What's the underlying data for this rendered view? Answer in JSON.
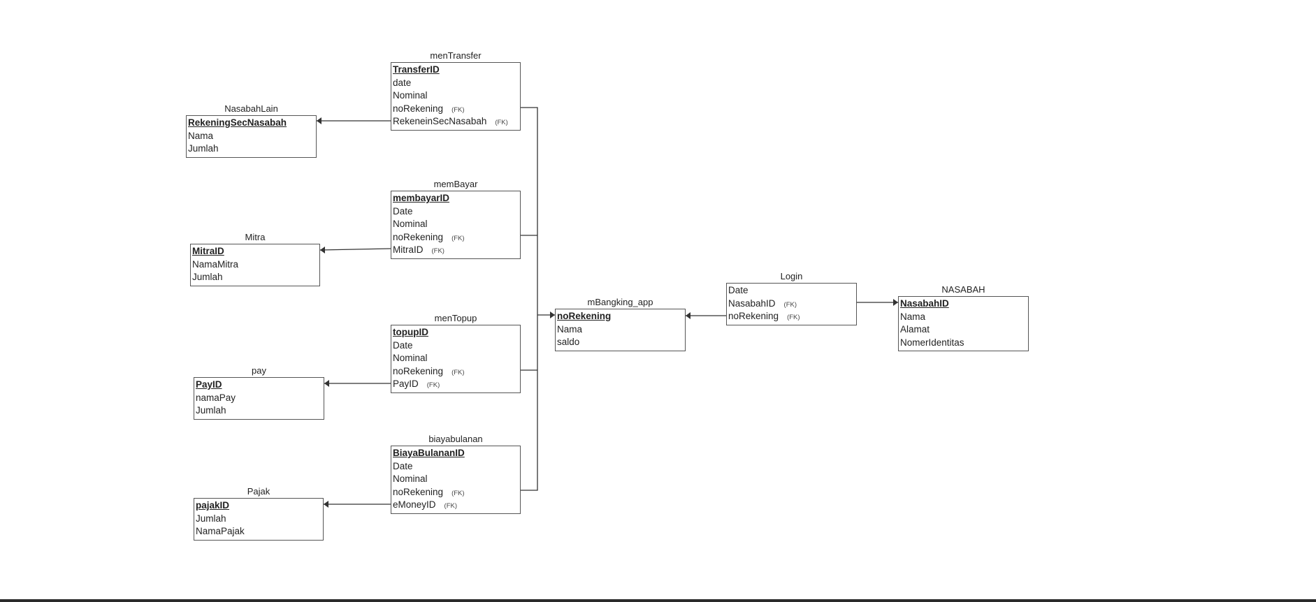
{
  "diagram": {
    "entities": [
      {
        "id": "menTransfer",
        "title": "menTransfer",
        "attributes": [
          {
            "name": "TransferID",
            "pk": true
          },
          {
            "name": "date"
          },
          {
            "name": "Nominal"
          },
          {
            "name": "noRekening",
            "fk": "(FK)"
          },
          {
            "name": "RekeneinSecNasabah",
            "fk": "(FK)"
          }
        ]
      },
      {
        "id": "NasabahLain",
        "title": "NasabahLain",
        "attributes": [
          {
            "name": "RekeningSecNasabah",
            "pk": true
          },
          {
            "name": "Nama"
          },
          {
            "name": "Jumlah"
          }
        ]
      },
      {
        "id": "memBayar",
        "title": "memBayar",
        "attributes": [
          {
            "name": "membayarID",
            "pk": true
          },
          {
            "name": "Date"
          },
          {
            "name": "Nominal"
          },
          {
            "name": "noRekening",
            "fk": "(FK)"
          },
          {
            "name": "MitraID",
            "fk": "(FK)"
          }
        ]
      },
      {
        "id": "Mitra",
        "title": "Mitra",
        "attributes": [
          {
            "name": "MitraID",
            "pk": true
          },
          {
            "name": "NamaMitra"
          },
          {
            "name": "Jumlah"
          }
        ]
      },
      {
        "id": "menTopup",
        "title": "menTopup",
        "attributes": [
          {
            "name": "topupID",
            "pk": true
          },
          {
            "name": "Date"
          },
          {
            "name": "Nominal"
          },
          {
            "name": "noRekening",
            "fk": "(FK)"
          },
          {
            "name": "PayID",
            "fk": "(FK)"
          }
        ]
      },
      {
        "id": "pay",
        "title": "pay",
        "attributes": [
          {
            "name": "PayID",
            "pk": true
          },
          {
            "name": "namaPay"
          },
          {
            "name": "Jumlah"
          }
        ]
      },
      {
        "id": "biayabulanan",
        "title": "biayabulanan",
        "attributes": [
          {
            "name": "BiayaBulananID",
            "pk": true
          },
          {
            "name": "Date"
          },
          {
            "name": "Nominal"
          },
          {
            "name": "noRekening",
            "fk": "(FK)"
          },
          {
            "name": "eMoneyID",
            "fk": "(FK)"
          }
        ]
      },
      {
        "id": "Pajak",
        "title": "Pajak",
        "attributes": [
          {
            "name": "pajakID",
            "pk": true
          },
          {
            "name": "Jumlah"
          },
          {
            "name": "NamaPajak"
          }
        ]
      },
      {
        "id": "mBangking_app",
        "title": "mBangking_app",
        "attributes": [
          {
            "name": "noRekening",
            "pk": true
          },
          {
            "name": "Nama"
          },
          {
            "name": "saldo"
          }
        ]
      },
      {
        "id": "Login",
        "title": "Login",
        "attributes": [
          {
            "name": "Date"
          },
          {
            "name": "NasabahID",
            "fk": "(FK)"
          },
          {
            "name": "noRekening",
            "fk": "(FK)"
          }
        ]
      },
      {
        "id": "NASABAH",
        "title": "NASABAH",
        "attributes": [
          {
            "name": "NasabahID",
            "pk": true
          },
          {
            "name": "Nama"
          },
          {
            "name": "Alamat"
          },
          {
            "name": "NomerIdentitas"
          }
        ]
      }
    ],
    "relationships": [
      {
        "from": "menTransfer",
        "to": "NasabahLain"
      },
      {
        "from": "memBayar",
        "to": "Mitra"
      },
      {
        "from": "menTopup",
        "to": "pay"
      },
      {
        "from": "biayabulanan",
        "to": "Pajak"
      },
      {
        "from": "menTransfer",
        "to": "mBangking_app"
      },
      {
        "from": "memBayar",
        "to": "mBangking_app"
      },
      {
        "from": "menTopup",
        "to": "mBangking_app"
      },
      {
        "from": "biayabulanan",
        "to": "mBangking_app"
      },
      {
        "from": "Login",
        "to": "mBangking_app"
      },
      {
        "from": "Login",
        "to": "NASABAH"
      }
    ],
    "colors": {
      "line": "#333333",
      "border": "#555555",
      "background": "#ffffff"
    }
  }
}
